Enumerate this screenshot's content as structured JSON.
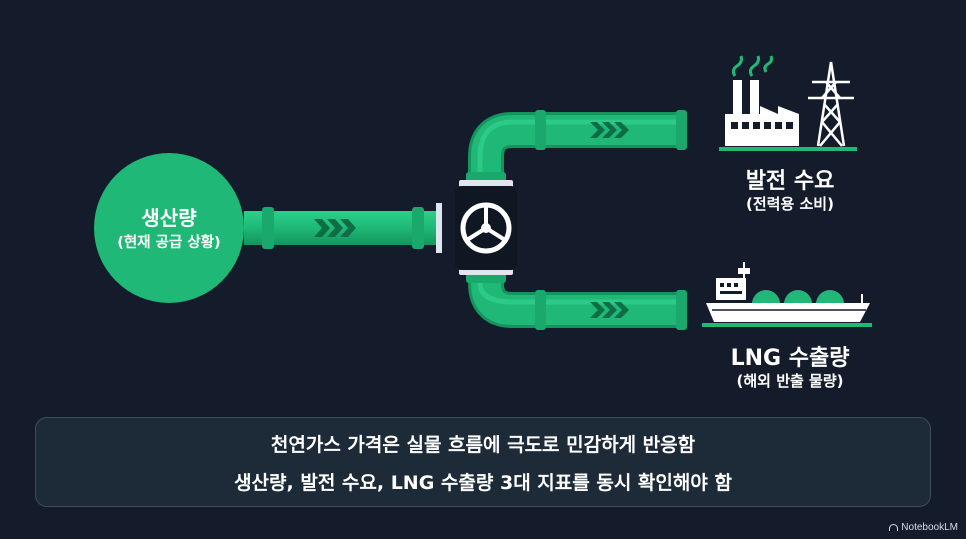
{
  "nodes": {
    "source": {
      "title": "생산량",
      "subtitle": "(현재 공급 상황)"
    },
    "power": {
      "title": "발전 수요",
      "subtitle": "(전력용 소비)"
    },
    "lng": {
      "title": "LNG 수출량",
      "subtitle": "(해외 반출 물량)"
    }
  },
  "icons": {
    "source": "green-circle",
    "valve": "valve-wheel-icon",
    "power": "factory-and-power-tower-icon",
    "lng": "lng-tanker-ship-icon",
    "flow": "chevron-arrows-icon"
  },
  "caption": {
    "line1": "천연가스 가격은 실물 흐름에 극도로 민감하게 반응함",
    "line2": "생산량, 발전 수요, LNG 수출량 3대 지표를 동시 확인해야 함"
  },
  "watermark": {
    "text": "NotebookLM"
  },
  "colors": {
    "background": "#141c2b",
    "pipe": "#1fb877",
    "pipe_dark": "#15925d",
    "node": "#1fb877",
    "valve": "#0f1722",
    "icon": "#ffffff"
  }
}
